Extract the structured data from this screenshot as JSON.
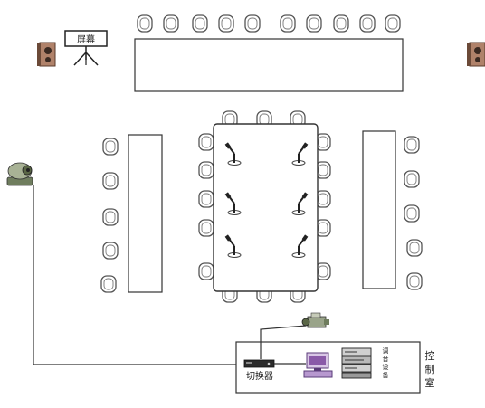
{
  "labels": {
    "screen": "屏幕",
    "switcher": "切换器",
    "tuning_equipment": [
      "调",
      "音",
      "设",
      "备"
    ],
    "control_room": [
      "控",
      "制",
      "室"
    ]
  },
  "icons": {
    "speaker": "speaker-icon",
    "screen": "projection-screen-icon",
    "chair": "chair-icon",
    "microphone": "gooseneck-microphone-icon",
    "camera": "ptz-camera-icon",
    "projector": "projector-icon",
    "computer": "computer-icon",
    "rack": "audio-rack-icon"
  },
  "colors": {
    "line": "#333333",
    "chair_stroke": "#555555",
    "speaker_body": "#b0826a",
    "computer_purple": "#8a5aa8"
  }
}
